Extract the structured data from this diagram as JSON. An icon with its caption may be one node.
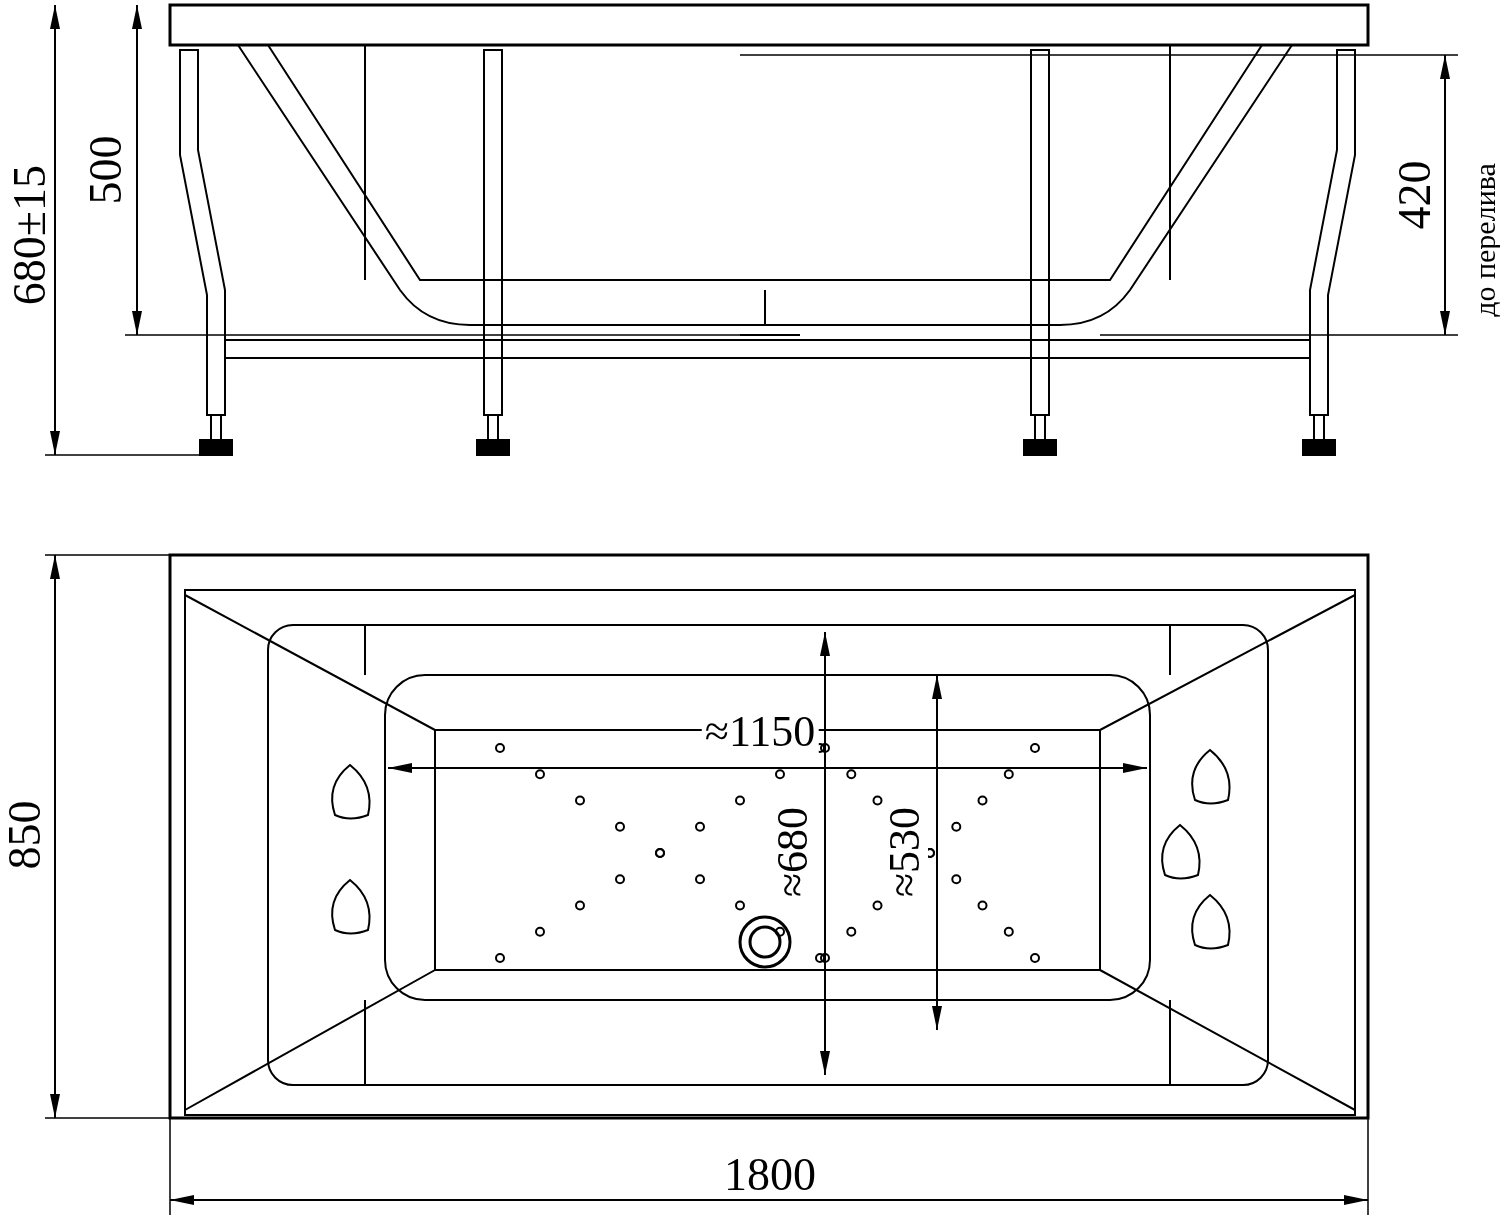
{
  "diagram": {
    "labels": [
      "680±15",
      "500",
      "420",
      "до перелива",
      "850",
      "1800",
      "≈1150",
      "≈680",
      "≈530"
    ]
  }
}
